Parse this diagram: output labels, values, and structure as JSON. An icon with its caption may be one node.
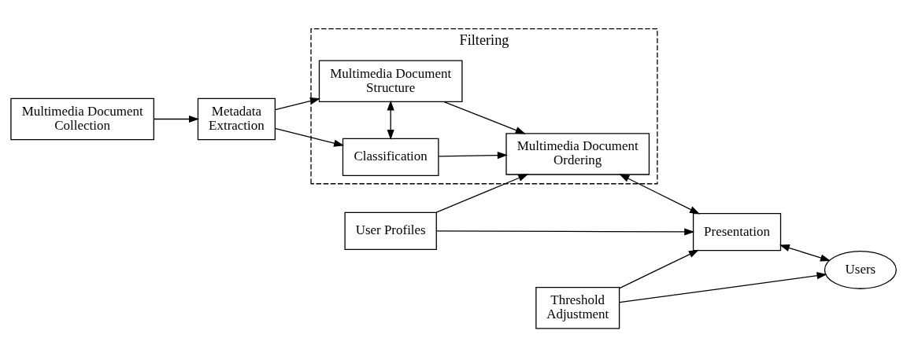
{
  "diagram": {
    "nodes": [
      {
        "text": [
          "Filtering"
        ]
      },
      {
        "text": [
          "Multimedia Document Structure"
        ],
        "in": 0
      },
      {
        "text": [
          "Classification"
        ],
        "in": 0
      },
      {
        "text": [
          "Multimedia Document Ordering"
        ],
        "in": 0
      },
      {
        "text": [
          "Multimedia Document Collection"
        ]
      },
      {
        "text": [
          "Metadata Extraction"
        ]
      },
      {
        "text": [
          "User Profiles"
        ]
      },
      {
        "text": [
          "Presentation"
        ]
      },
      {
        "text": [
          "Users"
        ]
      },
      {
        "text": [
          "Threshold Adjustment"
        ]
      }
    ],
    "edges": [
      {
        "from": 4,
        "to": 5,
        "arrow": "to"
      },
      {
        "from": 5,
        "to": 1,
        "arrow": "to"
      },
      {
        "from": 5,
        "to": 2,
        "arrow": "to"
      },
      {
        "from": 1,
        "to": 3,
        "arrow": "to"
      },
      {
        "from": 1,
        "to": 2,
        "arrow": "both"
      },
      {
        "from": 2,
        "to": 3,
        "arrow": "to"
      },
      {
        "from": 6,
        "to": 3,
        "arrow": "to"
      },
      {
        "from": 6,
        "to": 7,
        "arrow": "to"
      },
      {
        "from": 3,
        "to": 7,
        "arrow": "both"
      },
      {
        "from": 7,
        "to": 8,
        "arrow": "both"
      },
      {
        "from": 9,
        "to": 7,
        "arrow": "to"
      },
      {
        "from": 9,
        "to": 8,
        "arrow": "to"
      }
    ]
  }
}
